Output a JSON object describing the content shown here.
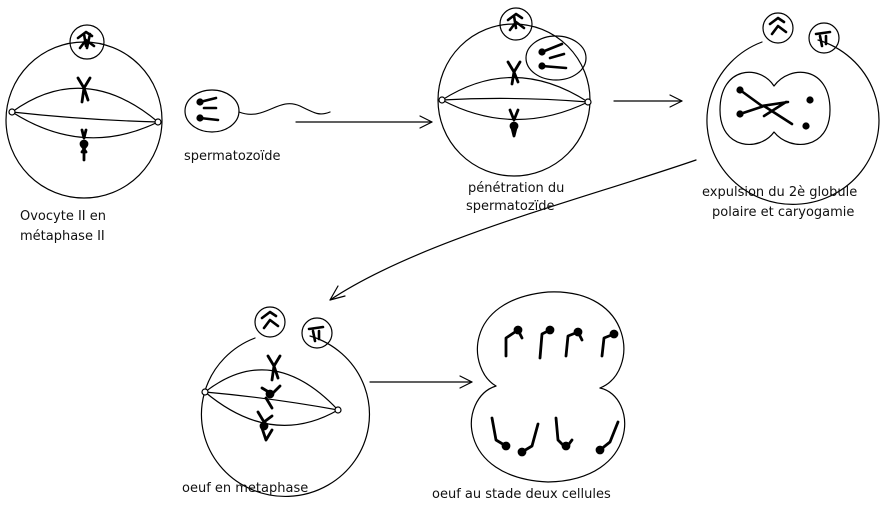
{
  "labels": {
    "oocyte_line1": "Ovocyte II en",
    "oocyte_line2": "métaphase II",
    "sperm": "spermatozoïde",
    "penetration_line1": "pénétration du",
    "penetration_line2": "spermatozïde",
    "expulsion_line1": "expulsion du 2è globule",
    "expulsion_line2": "polaire et caryogamie",
    "egg_metaphase": "oeuf en metaphase",
    "two_cells": "oeuf au stade deux cellules"
  },
  "colors": {
    "ink": "#000000",
    "background": "#ffffff"
  }
}
